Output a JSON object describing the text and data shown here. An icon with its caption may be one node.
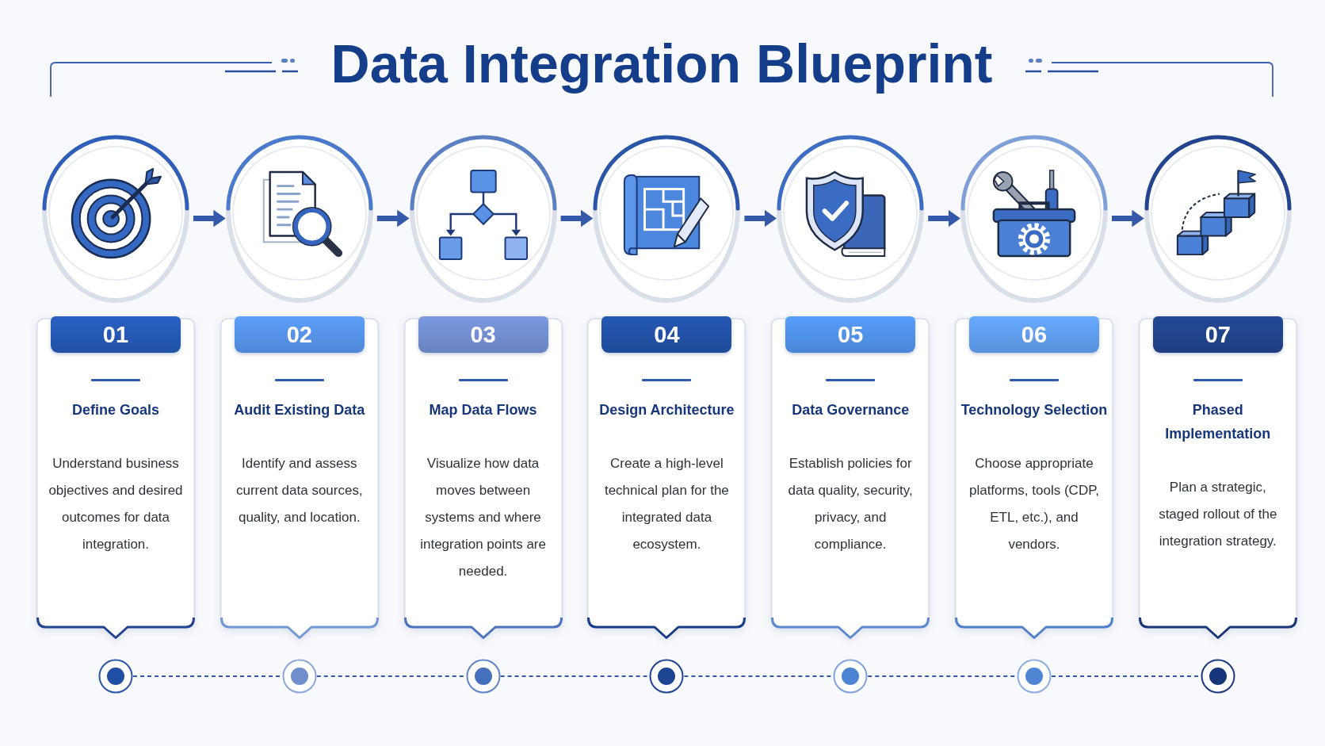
{
  "diagram": {
    "title": "Data Integration Blueprint",
    "nodes": [
      {
        "text": [],
        "shape": "circle"
      },
      {
        "text": [],
        "shape": "circle"
      },
      {
        "text": [],
        "shape": "circle"
      },
      {
        "text": [],
        "shape": "circle"
      },
      {
        "text": [],
        "shape": "circle"
      },
      {
        "text": [],
        "shape": "circle"
      },
      {
        "text": [],
        "shape": "circle"
      },
      {
        "text": [
          "Define Goals",
          "Understand business objectives and desired outcomes for data integration."
        ]
      },
      {
        "text": [
          "01"
        ],
        "in": 7
      },
      {
        "text": [
          "Audit Existing Data",
          "Identify and assess current data sources, quality, and location."
        ]
      },
      {
        "text": [
          "02"
        ],
        "in": 9
      },
      {
        "text": [
          "Map Data Flows",
          "Visualize how data moves between systems and where integration points are needed."
        ]
      },
      {
        "text": [
          "03"
        ],
        "in": 11
      },
      {
        "text": [
          "Design Architecture",
          "Create a high-level technical plan for the integrated data ecosystem."
        ]
      },
      {
        "text": [
          "04"
        ],
        "in": 13
      },
      {
        "text": [
          "Data Governance",
          "Establish policies for data quality, security, privacy, and compliance."
        ]
      },
      {
        "text": [
          "05"
        ],
        "in": 15
      },
      {
        "text": [
          "Technology Selection",
          "Choose appropriate platforms, tools (CDP, ETL, etc.), and vendors."
        ]
      },
      {
        "text": [
          "06"
        ],
        "in": 17
      },
      {
        "text": [
          "Phased Implementation",
          "Plan a strategic, staged rollout of the integration strategy."
        ]
      },
      {
        "text": [
          "07"
        ],
        "in": 19
      },
      {
        "text": [],
        "shape": "circle"
      },
      {
        "text": [],
        "shape": "circle"
      },
      {
        "text": [],
        "shape": "circle"
      },
      {
        "text": [],
        "shape": "circle"
      },
      {
        "text": [],
        "shape": "circle"
      },
      {
        "text": [],
        "shape": "circle"
      },
      {
        "text": [],
        "shape": "circle"
      }
    ],
    "edges": [
      {
        "from": 0,
        "to": 1,
        "arrow": "to",
        "style": "thick"
      },
      {
        "from": 1,
        "to": 2,
        "arrow": "to",
        "style": "thick"
      },
      {
        "from": 2,
        "to": 3,
        "arrow": "to",
        "style": "thick"
      },
      {
        "from": 3,
        "to": 4,
        "arrow": "to",
        "style": "thick"
      },
      {
        "from": 4,
        "to": 5,
        "arrow": "to",
        "style": "thick"
      },
      {
        "from": 5,
        "to": 6,
        "arrow": "to",
        "style": "thick"
      },
      {
        "from": 21,
        "to": 22,
        "arrow": "none",
        "style": "dashed"
      },
      {
        "from": 22,
        "to": 23,
        "arrow": "none",
        "style": "dashed"
      },
      {
        "from": 23,
        "to": 24,
        "arrow": "none",
        "style": "dashed"
      },
      {
        "from": 24,
        "to": 25,
        "arrow": "none",
        "style": "dashed"
      },
      {
        "from": 25,
        "to": 26,
        "arrow": "none",
        "style": "dashed"
      },
      {
        "from": 26,
        "to": 27,
        "arrow": "none",
        "style": "dashed"
      }
    ]
  }
}
